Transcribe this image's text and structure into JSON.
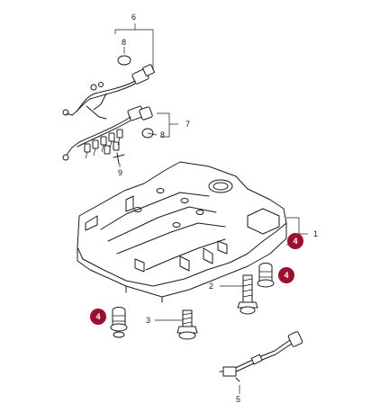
{
  "callouts": {
    "c1": "1",
    "c2": "2",
    "c3": "3",
    "c5": "5",
    "c6": "6",
    "c7": "7",
    "c8a": "8",
    "c8b": "8",
    "c9": "9"
  },
  "badges": {
    "b1": "4",
    "b2": "4",
    "b3": "4"
  },
  "colors": {
    "badge": "#9b1030",
    "line": "#1a1a1a"
  }
}
